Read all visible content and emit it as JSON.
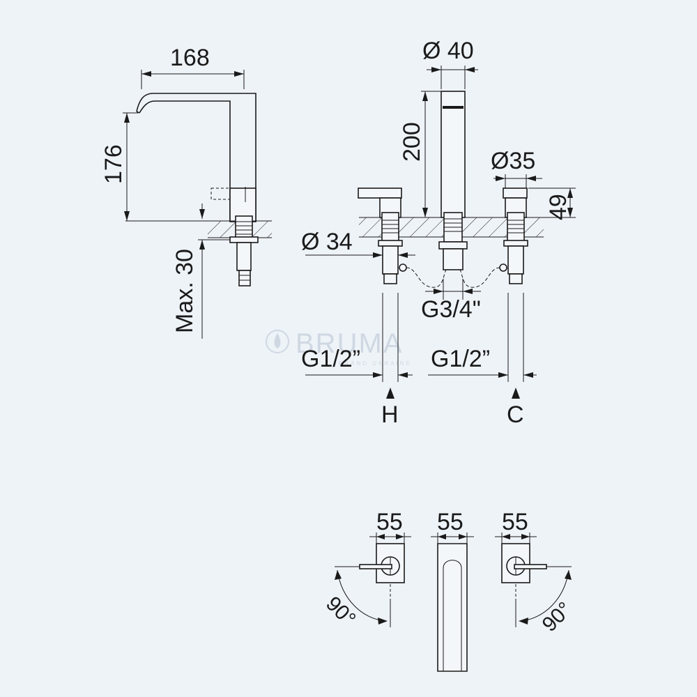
{
  "side_view": {
    "spout_reach": "168",
    "spout_height": "176",
    "max_thickness": "Max. 30"
  },
  "front_view": {
    "spout_diameter": "Ø 40",
    "spout_height": "200",
    "handle_diameter": "Ø35",
    "handle_height": "49",
    "shank_diameter": "Ø 34",
    "outlet_thread": "G3/4\"",
    "hot_thread": "G1/2”",
    "cold_thread": "G1/2”",
    "hot_label": "H",
    "cold_label": "C"
  },
  "top_view": {
    "left_width": "55",
    "center_width": "55",
    "right_width": "55",
    "left_rotation": "90°",
    "right_rotation": "90°"
  },
  "watermark": {
    "brand": "BRUMA",
    "subtitle": "BRAND UKRAINE"
  }
}
